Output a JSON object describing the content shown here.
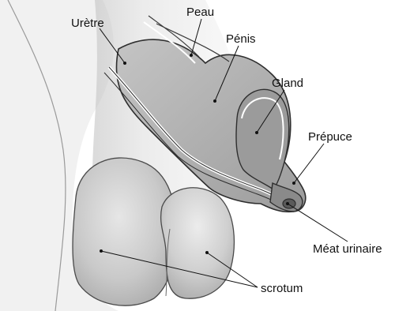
{
  "labels": {
    "uretre": "Urètre",
    "peau": "Peau",
    "penis": "Pénis",
    "gland": "Gland",
    "prepuce": "Prépuce",
    "meat": "Méat urinaire",
    "scrotum": "scrotum"
  },
  "colors": {
    "organ_fill": "#b3b3b3",
    "organ_dark": "#8f8f8f",
    "skin_light": "#e8e8e8",
    "outline": "#3a3a3a",
    "label_text": "#111111"
  }
}
